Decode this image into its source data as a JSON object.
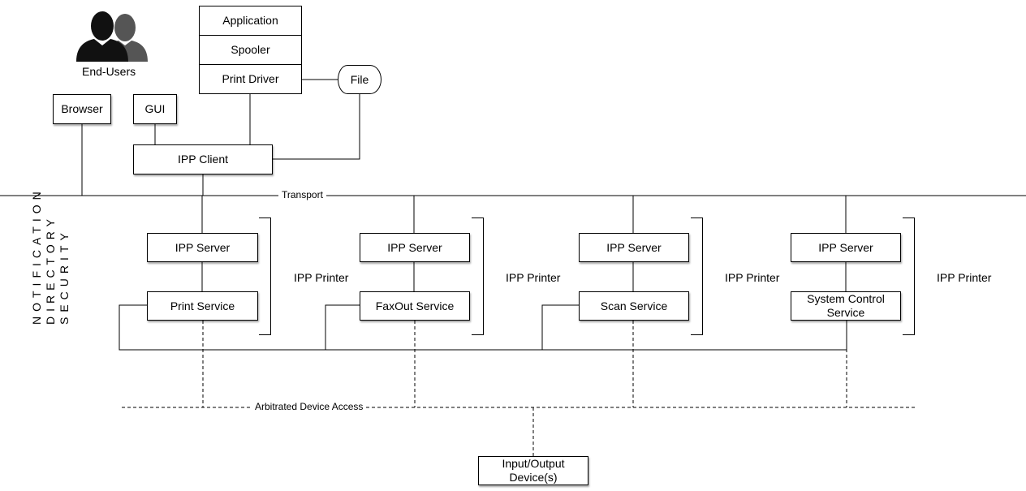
{
  "end_users": {
    "label": "End-Users",
    "icon": "users-icon"
  },
  "client_stack": {
    "application": "Application",
    "spooler": "Spooler",
    "print_driver": "Print Driver"
  },
  "file": "File",
  "browser": "Browser",
  "gui": "GUI",
  "ipp_client": "IPP Client",
  "transport": "Transport",
  "side_labels": [
    "SECURITY",
    "DIRECTORY",
    "NOTIFICATION"
  ],
  "printers": [
    {
      "server": "IPP Server",
      "service": "Print Service",
      "group": "IPP Printer"
    },
    {
      "server": "IPP Server",
      "service": "FaxOut Service",
      "group": "IPP Printer"
    },
    {
      "server": "IPP Server",
      "service": "Scan Service",
      "group": "IPP Printer"
    },
    {
      "server": "IPP Server",
      "service": "System Control Service",
      "group": "IPP Printer"
    }
  ],
  "arbitrated": "Arbitrated Device Access",
  "io_device": "Input/Output Device(s)"
}
